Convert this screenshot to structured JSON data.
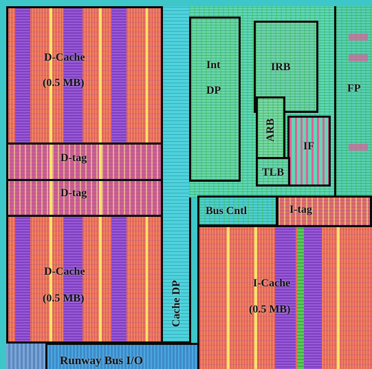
{
  "blocks": {
    "dcache_top": {
      "title": "D-Cache",
      "size": "(0.5 MB)"
    },
    "dtag_1": {
      "title": "D-tag"
    },
    "dtag_2": {
      "title": "D-tag"
    },
    "dcache_bottom": {
      "title": "D-Cache",
      "size": "(0.5 MB)"
    },
    "cache_dp": {
      "title": "Cache DP"
    },
    "int_dp": {
      "title_1": "Int",
      "title_2": "DP"
    },
    "irb": {
      "title": "IRB"
    },
    "arb": {
      "title": "ARB"
    },
    "if_unit": {
      "title": "IF"
    },
    "tlb": {
      "title": "TLB"
    },
    "fp": {
      "title": "FP"
    },
    "bus_cntl": {
      "title": "Bus Cntl"
    },
    "itag": {
      "title": "I-tag"
    },
    "icache": {
      "title": "I-Cache",
      "size": "(0.5 MB)"
    },
    "runway_bus": {
      "title": "Runway Bus I/O"
    }
  },
  "colors": {
    "border": "#0a0a0a",
    "cache_red": "#e86a5a",
    "logic_green": "#5fd8b4",
    "strip_cyan": "#4fd2dc",
    "band_purple": "#9a5ad8",
    "line_yellow": "#f6e26a"
  }
}
